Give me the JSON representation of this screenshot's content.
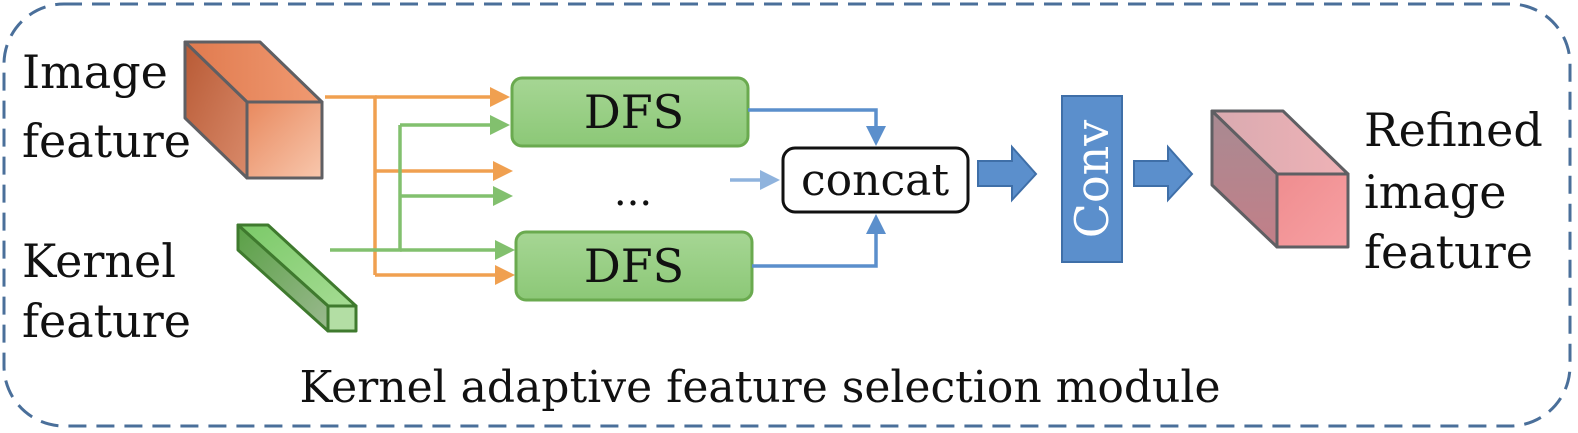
{
  "labels": {
    "image_feature_line1": "Image",
    "image_feature_line2": "feature",
    "kernel_feature_line1": "Kernel",
    "kernel_feature_line2": "feature",
    "dfs_top": "DFS",
    "dfs_bottom": "DFS",
    "ellipsis": "...",
    "concat": "concat",
    "conv": "Conv",
    "refined_line1": "Refined",
    "refined_line2": "image",
    "refined_line3": "feature",
    "module_title": "Kernel adaptive feature selection module"
  },
  "colors": {
    "frame_border": "#4a6f9a",
    "orange_arrow": "#f0a050",
    "green_arrow": "#82c06e",
    "blue_arrow": "#5b8fcc",
    "dfs_fill": "#98cf83",
    "dfs_border": "#6aaa4f",
    "conv_fill": "#5b8fcc",
    "image_cube": "#e98a5c",
    "kernel_bar": "#8fd07c",
    "refined_cube": "#d98a93"
  }
}
